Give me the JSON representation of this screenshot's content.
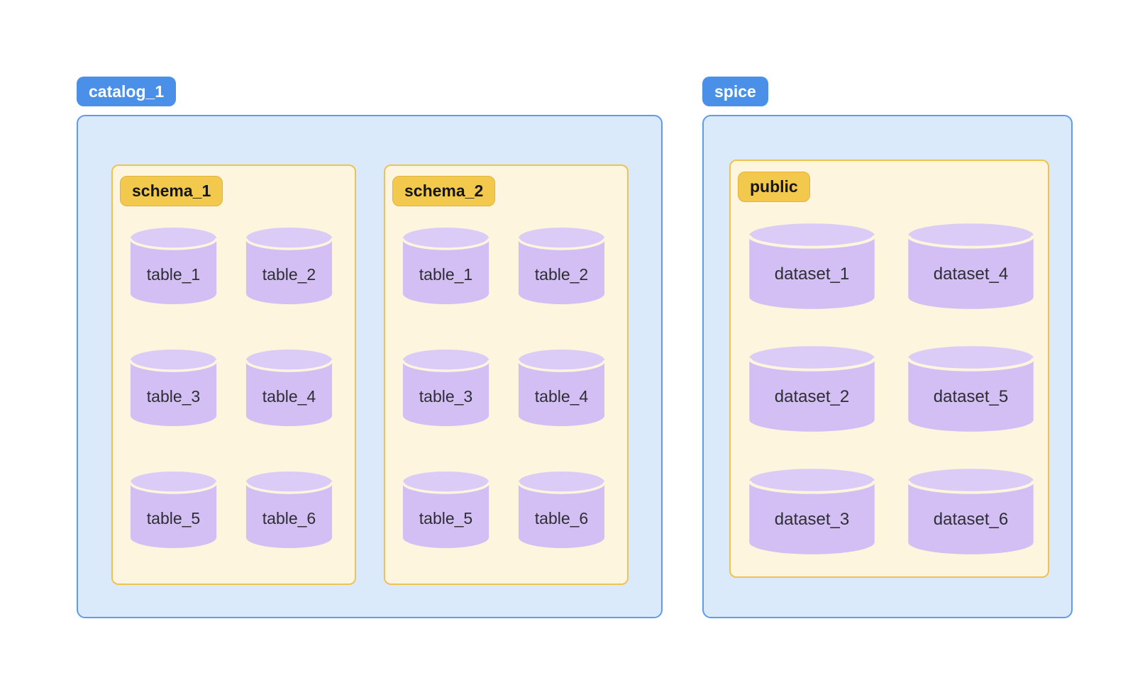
{
  "colors": {
    "badge_blue": "#4A90E8",
    "badge_blue_text": "#FFFFFF",
    "container_blue_bg": "#DBEAFB",
    "container_blue_border": "#5C9CEE",
    "schema_bg": "#FDF5DE",
    "schema_border": "#F0C34F",
    "badge_yellow": "#F2C94C",
    "badge_yellow_text": "#161616",
    "cylinder_body": "#D3BFF3",
    "cylinder_top": "#DACBF7",
    "cylinder_text": "#2E2E36",
    "page_bg": "#FFFFFF"
  },
  "catalogs": [
    {
      "label": "catalog_1",
      "schemas": [
        {
          "label": "schema_1",
          "flow": "row",
          "items": [
            "table_1",
            "table_2",
            "table_3",
            "table_4",
            "table_5",
            "table_6"
          ]
        },
        {
          "label": "schema_2",
          "flow": "row",
          "items": [
            "table_1",
            "table_2",
            "table_3",
            "table_4",
            "table_5",
            "table_6"
          ]
        }
      ]
    },
    {
      "label": "spice",
      "schemas": [
        {
          "label": "public",
          "flow": "column",
          "items": [
            "dataset_1",
            "dataset_2",
            "dataset_3",
            "dataset_4",
            "dataset_5",
            "dataset_6"
          ]
        }
      ]
    }
  ]
}
